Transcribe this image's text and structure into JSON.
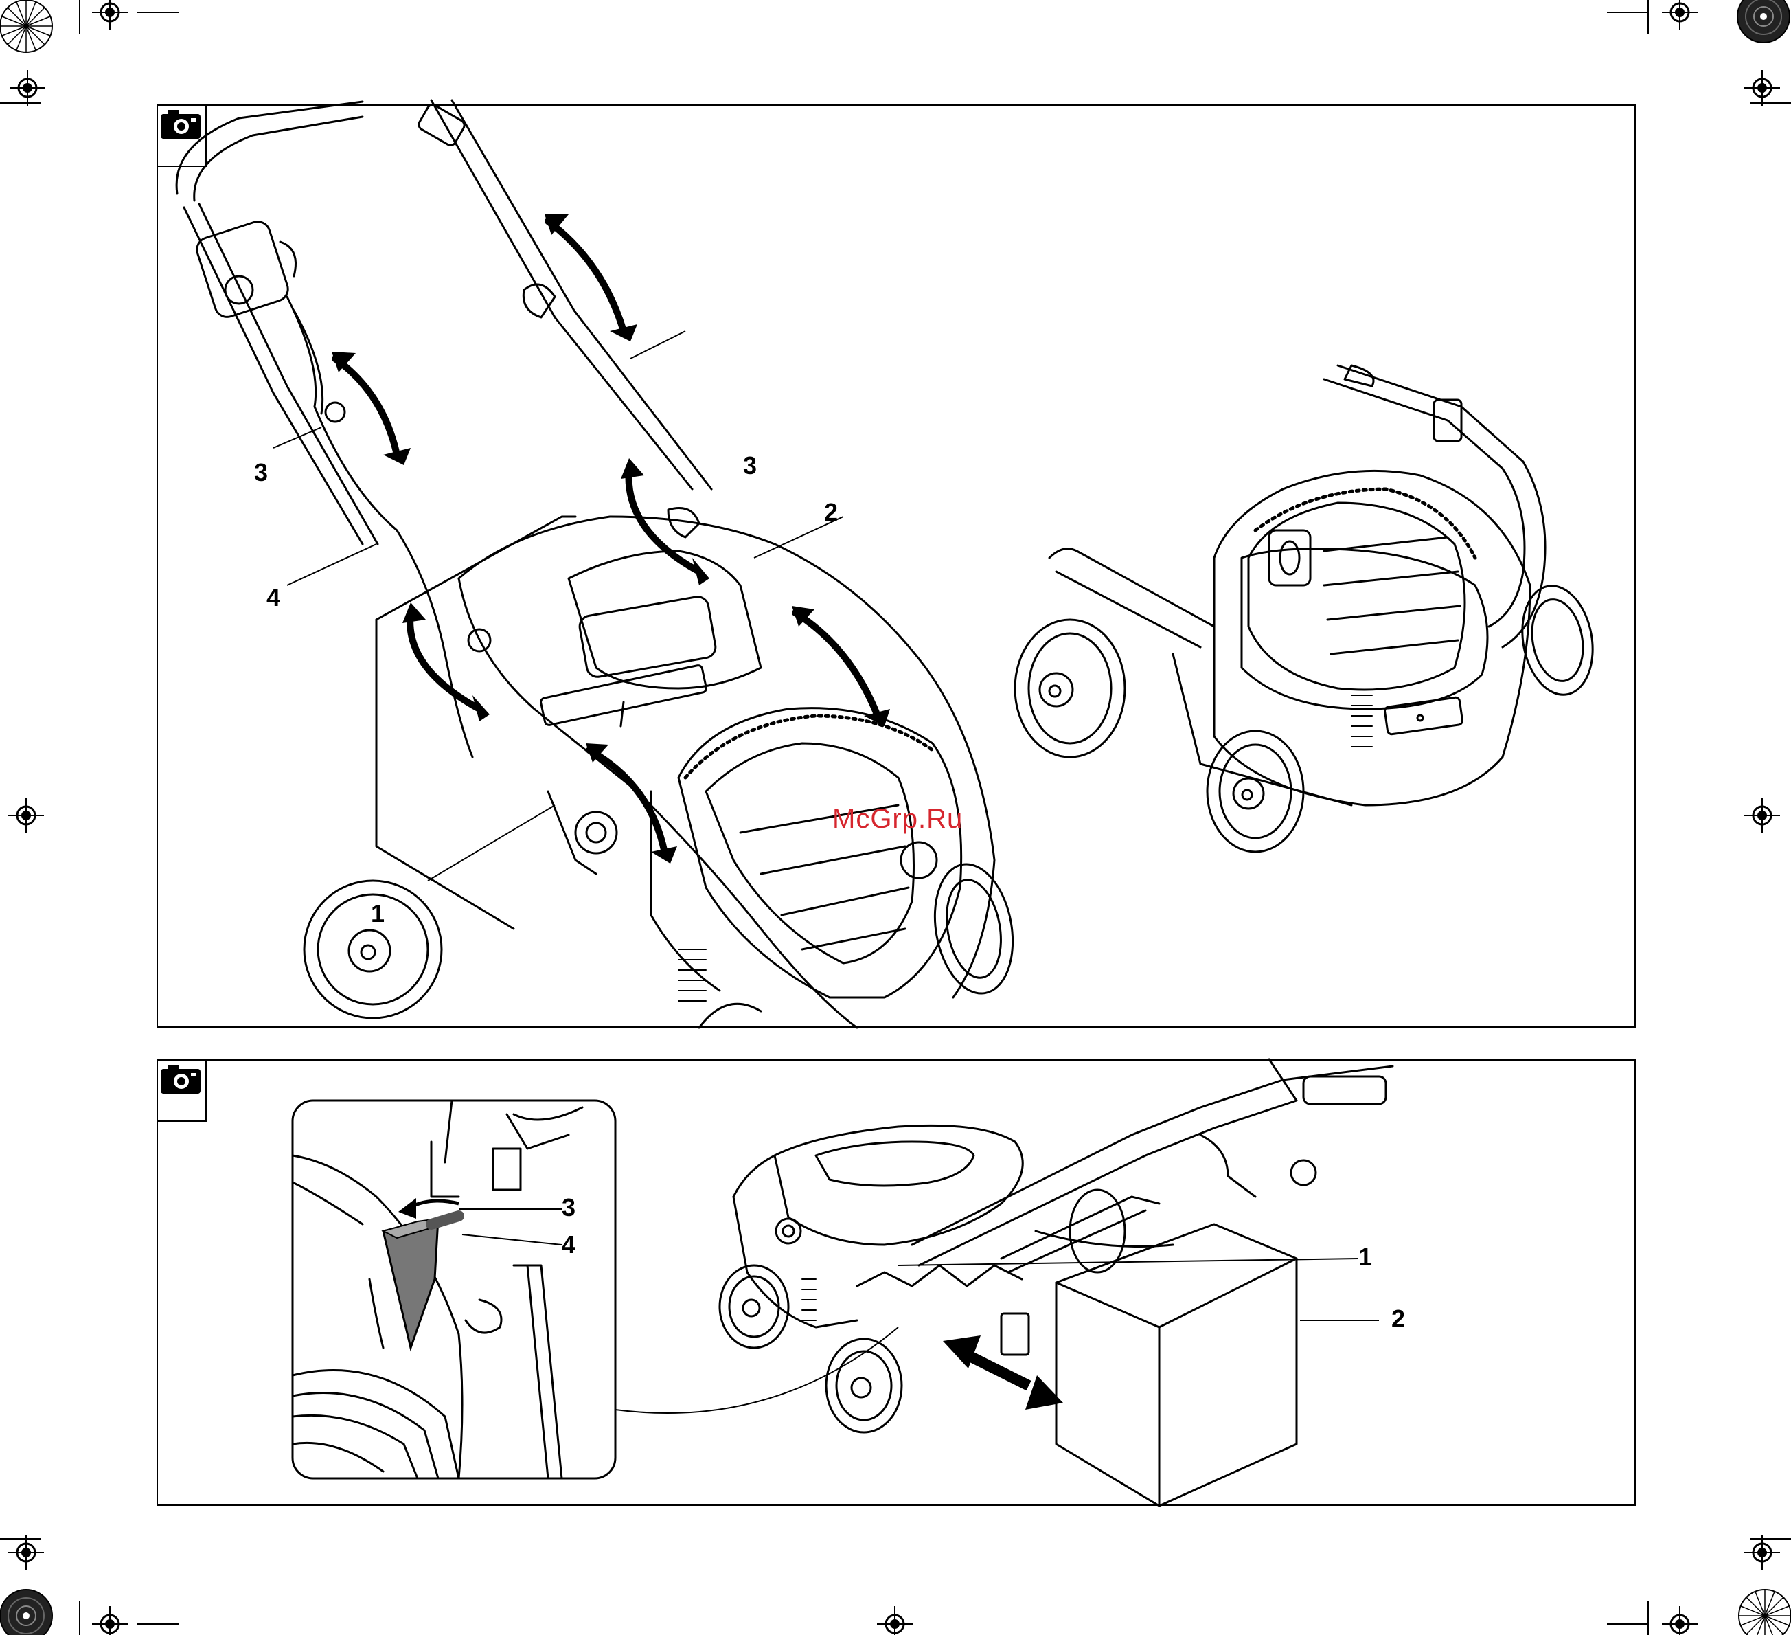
{
  "watermark": "McGrp.Ru",
  "figure1": {
    "icon": "camera-icon",
    "callouts": {
      "c1": "1",
      "c2": "2",
      "c3a": "3",
      "c3b": "3",
      "c4": "4"
    }
  },
  "figure2": {
    "icon": "camera-icon",
    "callouts": {
      "c1": "1",
      "c2": "2",
      "c3": "3",
      "c4": "4"
    }
  },
  "icons": {
    "registration": "crosshair-registration-mark-icon",
    "color_target": "radial-color-target-icon"
  },
  "colors": {
    "line": "#000000",
    "watermark": "#d6262e"
  }
}
